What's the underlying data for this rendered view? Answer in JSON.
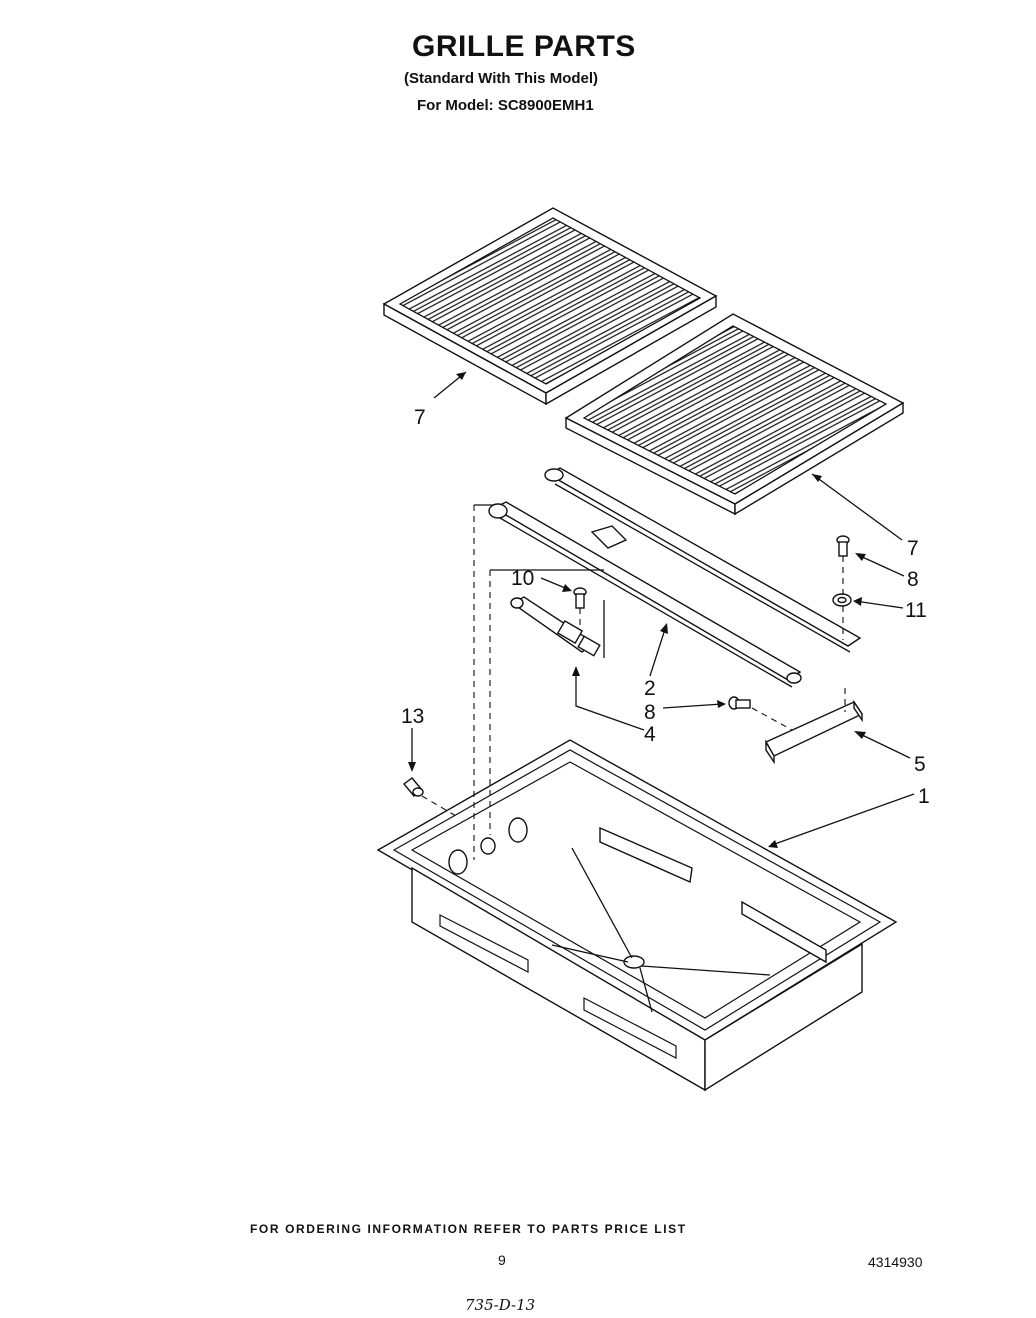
{
  "header": {
    "title": "GRILLE PARTS",
    "subtitle": "(Standard With This Model)",
    "model": "For Model: SC8900EMH1"
  },
  "callouts": [
    {
      "id": "grille-left",
      "label": "7"
    },
    {
      "id": "grille-right",
      "label": "7"
    },
    {
      "id": "screw-top",
      "label": "8"
    },
    {
      "id": "washer",
      "label": "11"
    },
    {
      "id": "screw-10",
      "label": "10"
    },
    {
      "id": "element-2",
      "label": "2"
    },
    {
      "id": "screw-mid",
      "label": "8"
    },
    {
      "id": "terminal-4",
      "label": "4"
    },
    {
      "id": "part-13",
      "label": "13"
    },
    {
      "id": "bracket-5",
      "label": "5"
    },
    {
      "id": "pan-1",
      "label": "1"
    }
  ],
  "footer": {
    "ordering_note": "FOR ORDERING INFORMATION REFER TO PARTS PRICE LIST",
    "page_number": "9",
    "document_number": "4314930",
    "handwritten_note": "735-D-13"
  }
}
